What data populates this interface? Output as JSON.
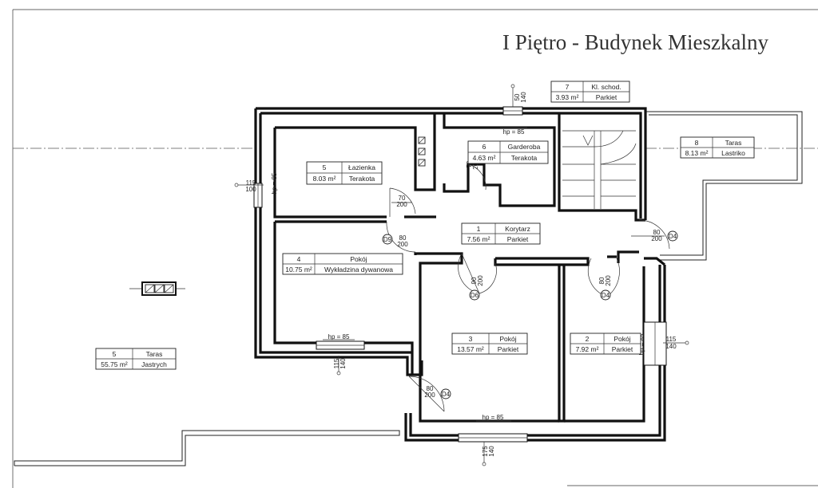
{
  "title": "I Piętro - Budynek Mieszkalny",
  "rooms": [
    {
      "id": "room-lazienka",
      "num": "5",
      "name": "Łazienka",
      "area": "8.03 m²",
      "floor": "Terakota"
    },
    {
      "id": "room-garderoba",
      "num": "6",
      "name": "Garderoba",
      "area": "4.63 m²",
      "floor": "Terakota"
    },
    {
      "id": "room-klatka",
      "num": "7",
      "name": "Kl. schod.",
      "area": "3.93 m²",
      "floor": "Parkiet"
    },
    {
      "id": "room-taras-8",
      "num": "8",
      "name": "Taras",
      "area": "8.13 m²",
      "floor": "Lastriko"
    },
    {
      "id": "room-korytarz",
      "num": "1",
      "name": "Korytarz",
      "area": "7.56 m²",
      "floor": "Parkiet"
    },
    {
      "id": "room-pokoj-4",
      "num": "4",
      "name": "Pokój",
      "area": "10.75 m²",
      "floor": "Wykładzina dywanowa"
    },
    {
      "id": "room-pokoj-3",
      "num": "3",
      "name": "Pokój",
      "area": "13.57 m²",
      "floor": "Parkiet"
    },
    {
      "id": "room-pokoj-2",
      "num": "2",
      "name": "Pokój",
      "area": "7.92 m²",
      "floor": "Parkiet"
    },
    {
      "id": "room-taras-5",
      "num": "5",
      "name": "Taras",
      "area": "55.75 m²",
      "floor": "Jastrych"
    }
  ],
  "dimensions": {
    "d_50": "50",
    "d_140": "140",
    "hp85": "hp = 85",
    "d_115": "115",
    "d_100": "100",
    "d_70": "70",
    "d_200": "200",
    "d_80": "80",
    "d_90": "90",
    "d_175": "175",
    "door_d9": "D9",
    "door_d4": "D4",
    "door_d6": "D6"
  },
  "colors": {
    "wall": "#111111",
    "line": "#222222",
    "title": "#333333"
  }
}
